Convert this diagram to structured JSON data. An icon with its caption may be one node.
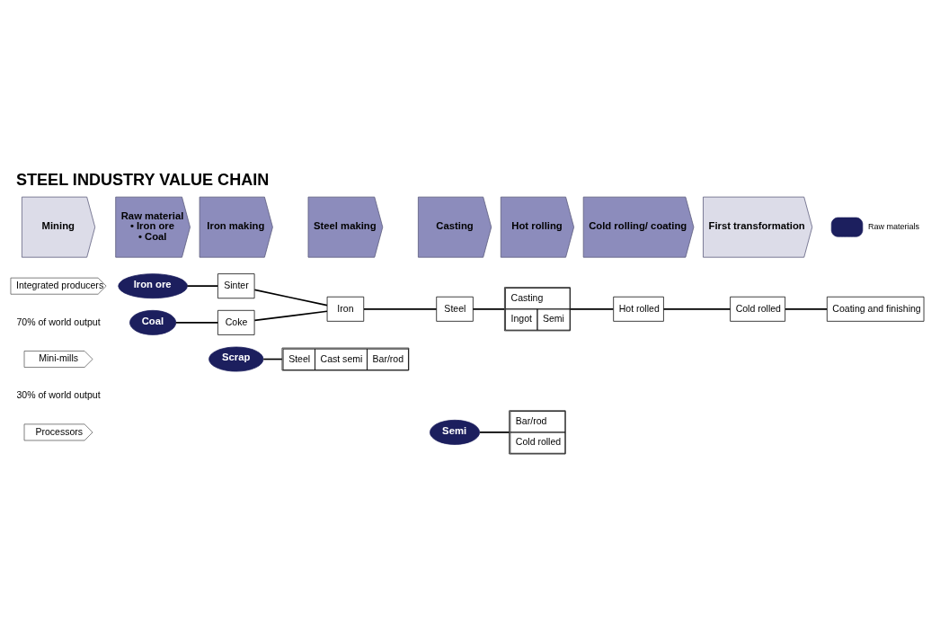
{
  "diagram": {
    "title": "STEEL INDUSTRY VALUE CHAIN",
    "nodes": [
      {
        "text": [
          "Mining"
        ]
      },
      {
        "text": [
          "Raw material",
          "• Iron ore",
          "• Coal"
        ]
      },
      {
        "text": [
          "Iron making"
        ]
      },
      {
        "text": [
          "Steel making"
        ]
      },
      {
        "text": [
          "Casting"
        ]
      },
      {
        "text": [
          "Hot rolling"
        ]
      },
      {
        "text": [
          "Cold rolling/ coating"
        ]
      },
      {
        "text": [
          "First transformation"
        ]
      },
      {
        "text": [
          "Integrated producers"
        ],
        "beside": [
          "70% of world output"
        ]
      },
      {
        "text": [
          "Iron ore"
        ]
      },
      {
        "text": [
          "Sinter"
        ]
      },
      {
        "text": [
          "Coal"
        ]
      },
      {
        "text": [
          "Coke"
        ]
      },
      {
        "text": [
          "Iron"
        ]
      },
      {
        "text": [
          "Steel"
        ]
      },
      {
        "text": [
          "Casting",
          "Ingot",
          "Semi"
        ]
      },
      {
        "text": [
          "Hot rolled"
        ]
      },
      {
        "text": [
          "Cold rolled"
        ]
      },
      {
        "text": [
          "Coating and finishing"
        ]
      },
      {
        "text": [
          "Mini-mills"
        ],
        "beside": [
          "30% of world output"
        ]
      },
      {
        "text": [
          "Scrap"
        ]
      },
      {
        "text": [
          "Steel",
          "Cast semi",
          "Bar/rod"
        ]
      },
      {
        "text": [
          "Processors"
        ]
      },
      {
        "text": [
          "Semi"
        ]
      },
      {
        "text": [
          "Bar/rod",
          "Cold rolled"
        ]
      }
    ],
    "edges": [
      {
        "from": 9,
        "to": 10,
        "arrow": "none"
      },
      {
        "from": 11,
        "to": 12,
        "arrow": "none"
      },
      {
        "from": 10,
        "to": 13,
        "arrow": "none"
      },
      {
        "from": 12,
        "to": 13,
        "arrow": "none"
      },
      {
        "from": 13,
        "to": 14,
        "arrow": "none"
      },
      {
        "from": 14,
        "to": 15,
        "arrow": "none"
      },
      {
        "from": 15,
        "to": 16,
        "arrow": "none"
      },
      {
        "from": 16,
        "to": 17,
        "arrow": "none"
      },
      {
        "from": 17,
        "to": 18,
        "arrow": "none"
      },
      {
        "from": 20,
        "to": 21,
        "arrow": "none"
      },
      {
        "from": 23,
        "to": 24,
        "arrow": "none"
      }
    ],
    "legend": [
      {
        "text": "Raw materials"
      }
    ]
  }
}
